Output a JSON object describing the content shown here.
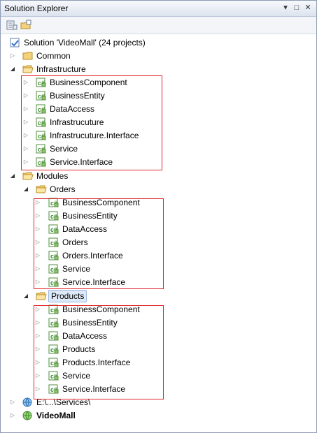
{
  "window": {
    "title": "Solution Explorer",
    "buttons": {
      "pin": "▾",
      "maximize": "□",
      "close": "✕"
    }
  },
  "toolbar": {
    "properties_icon": "properties-icon",
    "show_all_files_icon": "show-all-files-icon"
  },
  "tree": {
    "solution": "Solution 'VideoMall' (24 projects)",
    "common": "Common",
    "infrastructure": {
      "label": "Infrastructure",
      "projects": [
        "BusinessComponent",
        "BusinessEntity",
        "DataAccess",
        "Infrastrucuture",
        "Infrastrucuture.Interface",
        "Service",
        "Service.Interface"
      ]
    },
    "modules": {
      "label": "Modules",
      "orders": {
        "label": "Orders",
        "projects": [
          "BusinessComponent",
          "BusinessEntity",
          "DataAccess",
          "Orders",
          "Orders.Interface",
          "Service",
          "Service.Interface"
        ]
      },
      "products": {
        "label": "Products",
        "projects": [
          "BusinessComponent",
          "BusinessEntity",
          "DataAccess",
          "Products",
          "Products.Interface",
          "Service",
          "Service.Interface"
        ]
      }
    },
    "services_path": "E:\\...\\Services\\",
    "videomall": "VideoMall"
  },
  "colors": {
    "highlight_box": "#e0242b",
    "selection": "#dfeaf8",
    "folder": "#f4d27a"
  }
}
